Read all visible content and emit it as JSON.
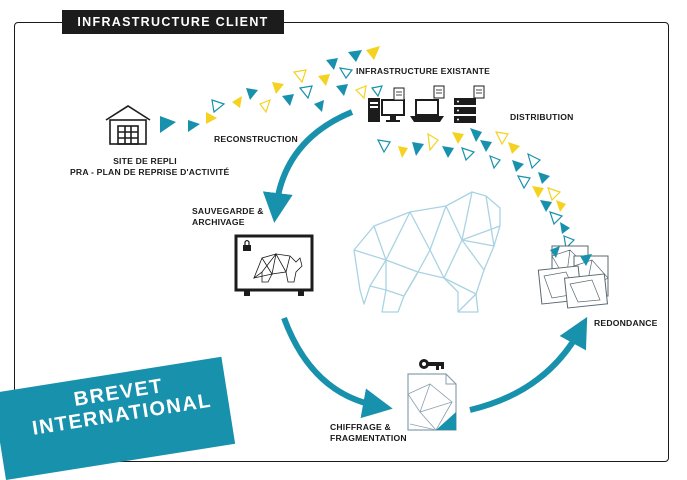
{
  "header": {
    "title": "INFRASTRUCTURE CLIENT"
  },
  "labels": {
    "infrastructure_existante": "INFRASTRUCTURE EXISTANTE",
    "reconstruction": "RECONSTRUCTION",
    "distribution": "DISTRIBUTION",
    "site_de_repli": "SITE DE REPLI",
    "pra": "PRA - PLAN DE REPRISE D'ACTIVITÉ",
    "sauvegarde_line1": "SAUVEGARDE &",
    "sauvegarde_line2": "ARCHIVAGE",
    "redondance": "REDONDANCE",
    "chiffrage_line1": "CHIFFRAGE &",
    "chiffrage_line2": "FRAGMENTATION"
  },
  "badge": {
    "line1": "BREVET",
    "line2": "INTERNATIONAL"
  },
  "colors": {
    "accent_blue": "#1891ad",
    "accent_yellow": "#f5d21f",
    "bear_line": "#a9d3e3",
    "dark": "#1c1c1c"
  },
  "icons": [
    "warehouse-icon",
    "server-icon",
    "desktop-icon",
    "laptop-icon",
    "document-icon",
    "lock-icon",
    "key-icon",
    "bear-illustration"
  ]
}
